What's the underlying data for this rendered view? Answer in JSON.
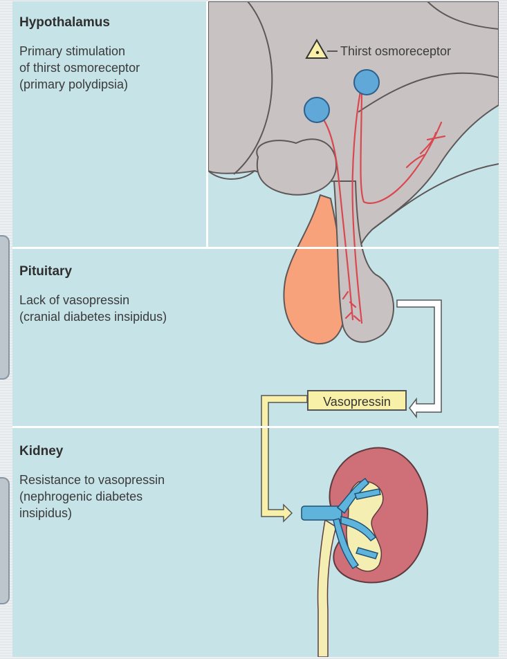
{
  "sections": {
    "hypothalamus": {
      "title": "Hypothalamus",
      "lines": [
        "Primary stimulation",
        "of thirst osmoreceptor",
        "(primary polydipsia)"
      ]
    },
    "pituitary": {
      "title": "Pituitary",
      "lines": [
        "Lack of vasopressin",
        "(cranial diabetes insipidus)"
      ]
    },
    "kidney": {
      "title": "Kidney",
      "lines": [
        "Resistance to vasopressin",
        "(nephrogenic diabetes",
        "insipidus)"
      ]
    }
  },
  "labels": {
    "thirst_osmoreceptor": "Thirst osmoreceptor",
    "vasopressin": "Vasopressin"
  },
  "colors": {
    "panel_background": "#c6e3e7",
    "brain_tissue": "#c9c2c3",
    "posterior_pituitary": "#f7a27a",
    "nerve": "#d9474f",
    "osmoreceptor": "#5fa8d8",
    "label_box": "#f8f0a8",
    "kidney": "#cf6f78",
    "renal_vessels": "#5fb4dc",
    "ureter": "#f4eeb2"
  }
}
